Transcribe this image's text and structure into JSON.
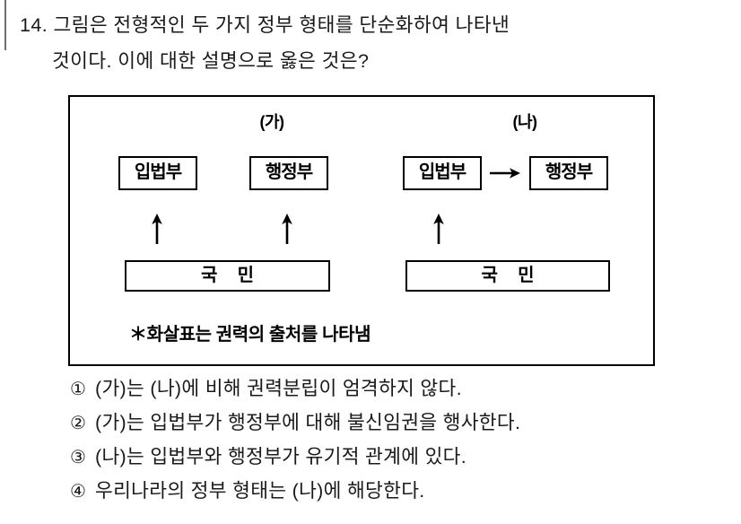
{
  "question": {
    "number": "14.",
    "stem_line_1": "14. 그림은 전형적인 두 가지 정부 형태를 단순화하여 나타낸",
    "stem_line_2": "것이다. 이에 대한 설명으로 옳은 것은?"
  },
  "diagram": {
    "panels": [
      {
        "label": "(가)",
        "top_boxes": [
          "입법부",
          "행정부"
        ],
        "bottom_box": "국    민",
        "up_arrows": 2,
        "horizontal_arrow": false
      },
      {
        "label": "(나)",
        "top_boxes": [
          "입법부",
          "행정부"
        ],
        "bottom_box": "국    민",
        "up_arrows": 1,
        "horizontal_arrow": true
      }
    ],
    "note": "＊화살표는 권력의 출처를 나타냄",
    "icons": {
      "up_arrow": "arrow-up-icon",
      "right_arrow": "arrow-right-icon"
    },
    "colors": {
      "border": "#000000",
      "background": "#ffffff",
      "text": "#000000"
    }
  },
  "choices": [
    {
      "marker": "①",
      "text": "(가)는 (나)에 비해 권력분립이 엄격하지 않다."
    },
    {
      "marker": "②",
      "text": "(가)는 입법부가 행정부에 대해 불신임권을 행사한다."
    },
    {
      "marker": "③",
      "text": "(나)는 입법부와 행정부가 유기적 관계에 있다."
    },
    {
      "marker": "④",
      "text": "우리나라의 정부 형태는 (나)에 해당한다."
    }
  ]
}
